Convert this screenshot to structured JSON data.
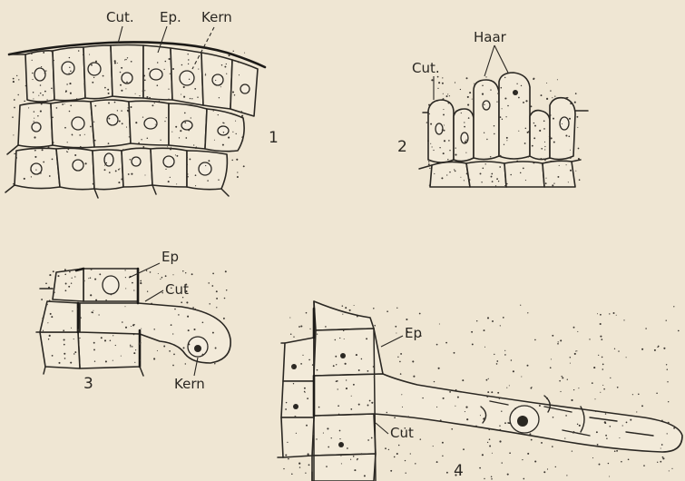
{
  "figures": [
    {
      "id": "fig1",
      "number": "1",
      "labels": {
        "cut": "Cut.",
        "ep": "Ep.",
        "kern": "Kern"
      }
    },
    {
      "id": "fig2",
      "number": "2",
      "labels": {
        "haar": "Haar",
        "cut": "Cut."
      }
    },
    {
      "id": "fig3",
      "number": "3",
      "labels": {
        "ep": "Ep",
        "cut": "Cut",
        "kern": "Kern"
      }
    },
    {
      "id": "fig4",
      "number": "4",
      "labels": {
        "ep": "Ep",
        "cut": "Cut"
      }
    }
  ],
  "colors": {
    "paper": "#efe6d3",
    "ink": "#2a2722",
    "cell": "#f2ead9"
  }
}
